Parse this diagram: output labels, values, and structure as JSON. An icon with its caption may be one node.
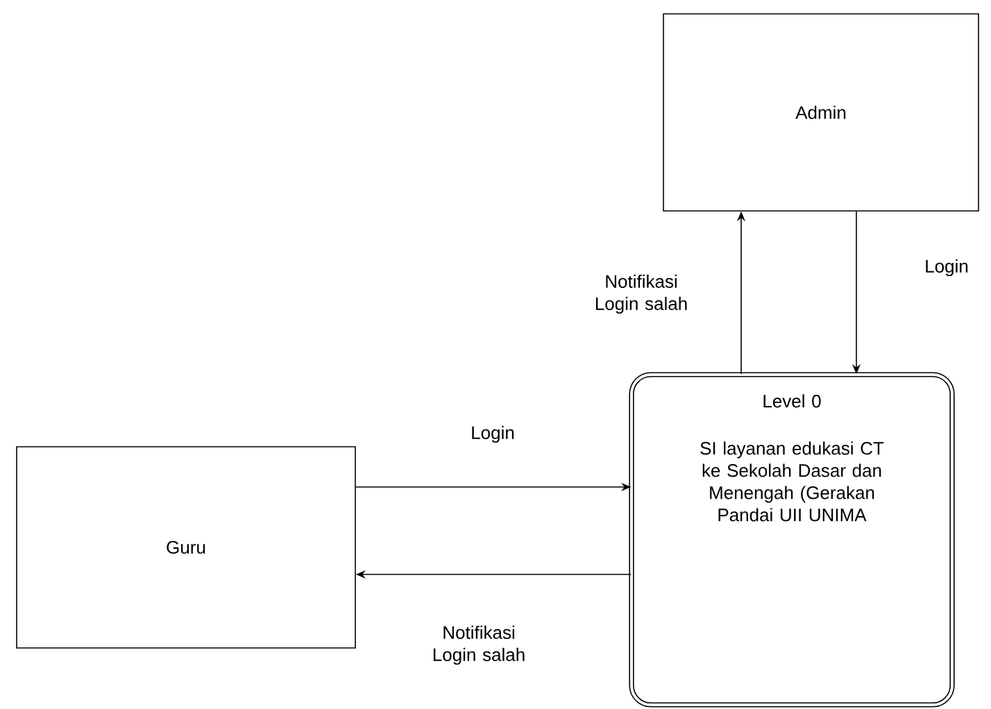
{
  "diagram": {
    "nodes": [
      {
        "text": [
          "Admin"
        ]
      },
      {
        "text": [
          "Guru"
        ]
      },
      {
        "text": [
          "Level 0",
          "SI layanan edukasi CT ke Sekolah Dasar dan Menengah (Gerakan Pandai UII UNIMA"
        ]
      }
    ],
    "edges": [
      {
        "from": 2,
        "to": 0,
        "arrow": "to",
        "label": "Notifikasi Login salah"
      },
      {
        "from": 0,
        "to": 2,
        "arrow": "to",
        "label": "Login"
      },
      {
        "from": 1,
        "to": 2,
        "arrow": "to",
        "label": "Login"
      },
      {
        "from": 2,
        "to": 1,
        "arrow": "to",
        "label": "Notifikasi Login salah"
      }
    ]
  }
}
